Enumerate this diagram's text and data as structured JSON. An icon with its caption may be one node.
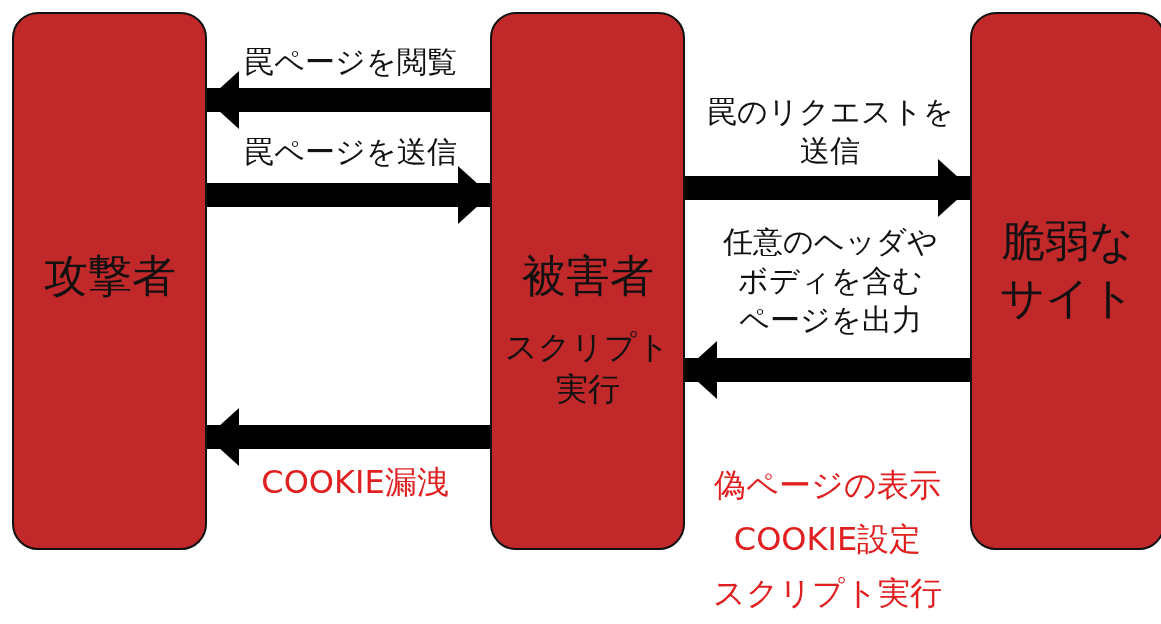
{
  "diagram": {
    "nodes": [
      {
        "text": [
          "攻撃者"
        ]
      },
      {
        "text": [
          "被害者",
          "スクリプト実行"
        ]
      },
      {
        "text": [
          "脆弱なサイト"
        ]
      }
    ],
    "edges": [
      {
        "from": 1,
        "to": 0,
        "arrow": "to",
        "label": "罠ページを閲覧"
      },
      {
        "from": 0,
        "to": 1,
        "arrow": "to",
        "label": "罠ページを送信"
      },
      {
        "from": 1,
        "to": 2,
        "arrow": "to",
        "label": "罠のリクエストを送信"
      },
      {
        "from": 2,
        "to": 1,
        "arrow": "to",
        "label": "任意のヘッダやボディを含むページを出力"
      },
      {
        "from": 1,
        "to": 0,
        "arrow": "to",
        "label": "COOKIE漏洩"
      }
    ],
    "labels": [
      "偽ページの表示",
      "COOKIE設定",
      "スクリプト実行"
    ]
  }
}
